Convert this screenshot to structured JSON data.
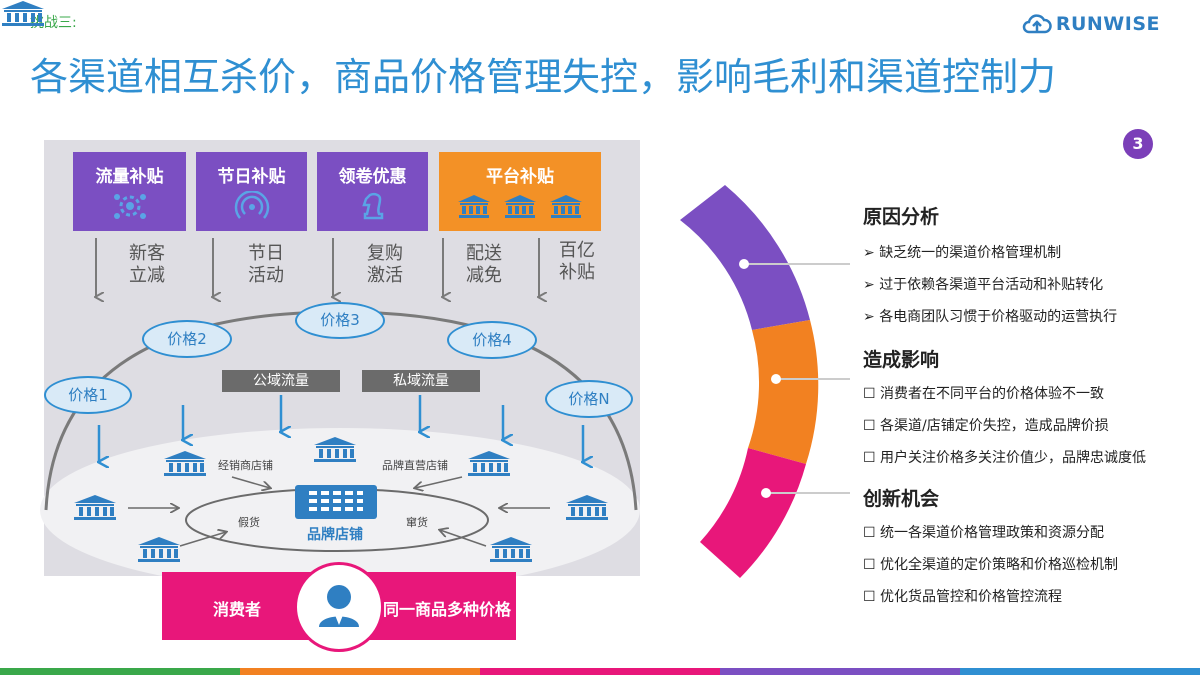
{
  "header": {
    "tag": "挑战三:",
    "title": "各渠道相互杀价，商品价格管理失控，影响毛利和渠道控制力",
    "logo_text": "RUNWISE"
  },
  "diagram": {
    "categories": [
      {
        "label": "流量补贴",
        "icon": "gear-network-icon"
      },
      {
        "label": "节日补贴",
        "icon": "broadcast-icon"
      },
      {
        "label": "领卷优惠",
        "icon": "chess-knight-icon"
      },
      {
        "label": "平台补贴",
        "icon": "bank-icon"
      }
    ],
    "arrow_notes": [
      {
        "l1": "新客",
        "l2": "立减"
      },
      {
        "l1": "节日",
        "l2": "活动"
      },
      {
        "l1": "复购",
        "l2": "激活"
      },
      {
        "l1": "配送",
        "l2": "减免"
      },
      {
        "l1": "百亿",
        "l2": "补贴"
      }
    ],
    "prices": [
      "价格1",
      "价格2",
      "价格3",
      "价格4",
      "价格N"
    ],
    "public_traffic": "公域流量",
    "private_traffic": "私域流量",
    "dealer_store": "经销商店铺",
    "direct_store": "品牌直营店铺",
    "brand_store": "品牌店铺",
    "fake": "假货",
    "grey_goods": "窜货",
    "consumer": "消费者",
    "multi_price": "同一商品多种价格"
  },
  "analysis": {
    "badge": "3",
    "sections": [
      {
        "title": "原因分析",
        "marker": "➢",
        "items": [
          "缺乏统一的渠道价格管理机制",
          "过于依赖各渠道平台活动和补贴转化",
          "各电商团队习惯于价格驱动的运营执行"
        ]
      },
      {
        "title": "造成影响",
        "marker": "☐",
        "items": [
          "消费者在不同平台的价格体验不一致",
          "各渠道/店铺定价失控，造成品牌价损",
          "用户关注价格多关注价值少，品牌忠诚度低"
        ]
      },
      {
        "title": "创新机会",
        "marker": "☐",
        "items": [
          "统一各渠道价格管理政策和资源分配",
          "优化全渠道的定价策略和价格巡检机制",
          "优化货品管控和价格管控流程"
        ]
      }
    ]
  },
  "colors": {
    "purple": "#7b4fc2",
    "orange": "#f28121",
    "pink": "#e8177a",
    "blue": "#2f8fd2",
    "green": "#3aa84a"
  }
}
